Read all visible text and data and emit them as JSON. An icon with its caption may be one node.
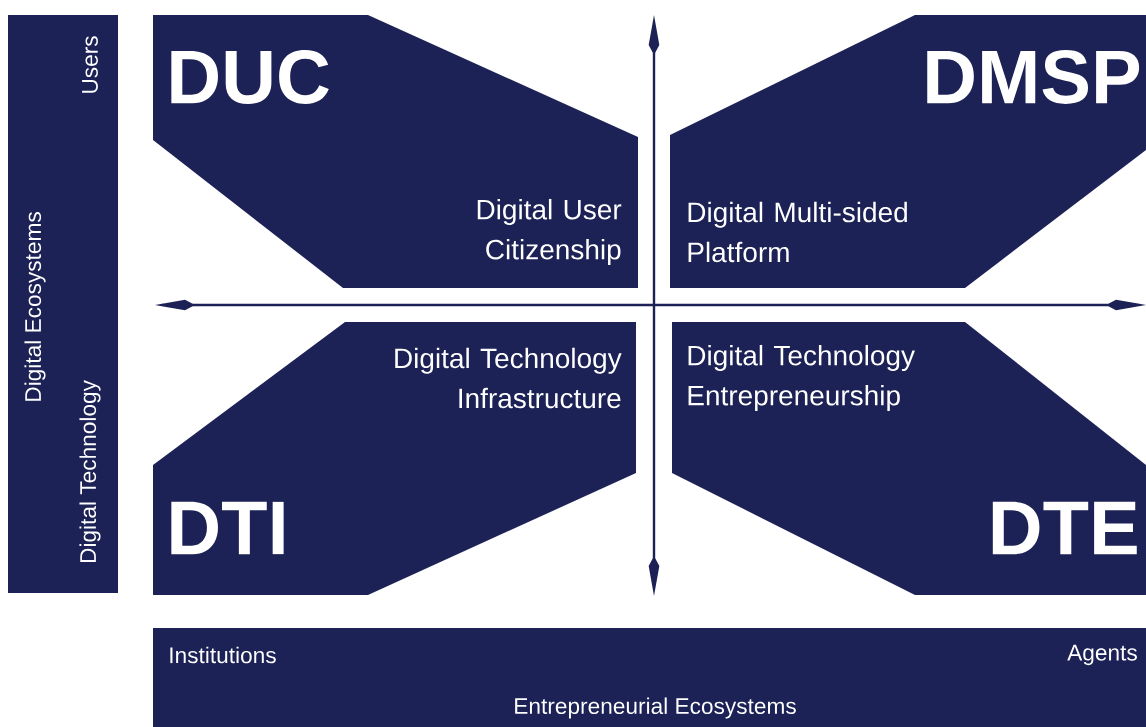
{
  "diagram": {
    "nodes": [
      {
        "text": [
          "Users",
          "Digital Ecosystems",
          "Digital Technology"
        ]
      },
      {
        "text": [
          "DUC",
          "Digital User Citizenship"
        ]
      },
      {
        "text": [
          "DMSP",
          "Digital Multi-sided Platform"
        ]
      },
      {
        "text": [
          "Digital Technology Infrastructure",
          "DTI"
        ]
      },
      {
        "text": [
          "Digital Technology Entrepreneurship",
          "DTE"
        ]
      },
      {
        "text": [
          "Institutions",
          "Agents",
          "Entrepreneurial Ecosystems"
        ]
      }
    ]
  }
}
